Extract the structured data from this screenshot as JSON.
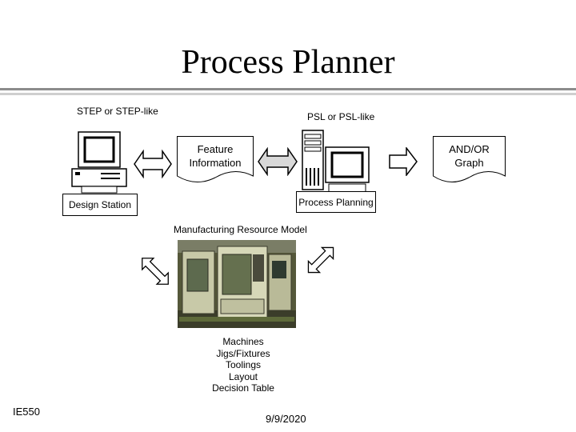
{
  "slide": {
    "title": "Process Planner",
    "footer_left": "IE550",
    "footer_date": "9/9/2020"
  },
  "diagram": {
    "step_label": "STEP or STEP-like",
    "psl_label": "PSL or PSL-like",
    "design_station": "Design Station",
    "process_planning": "Process Planning",
    "feature_info_line1": "Feature",
    "feature_info_line2": "Information",
    "and_or_line1": "AND/OR",
    "and_or_line2": "Graph",
    "mrm_label": "Manufacturing Resource Model",
    "resources": [
      "Machines",
      "Jigs/Fixtures",
      "Toolings",
      "Layout",
      "Decision Table"
    ]
  },
  "colors": {
    "rule_dark": "#8c8c8c",
    "rule_light": "#cfcfcf",
    "arrow_fill": "#d9d9d9",
    "photo_bg": "#55583a",
    "machine_body": "#c8c9a8"
  },
  "icons": [
    "computer-icon",
    "double-arrow-icon",
    "right-arrow-icon",
    "cnc-machine-photo"
  ]
}
